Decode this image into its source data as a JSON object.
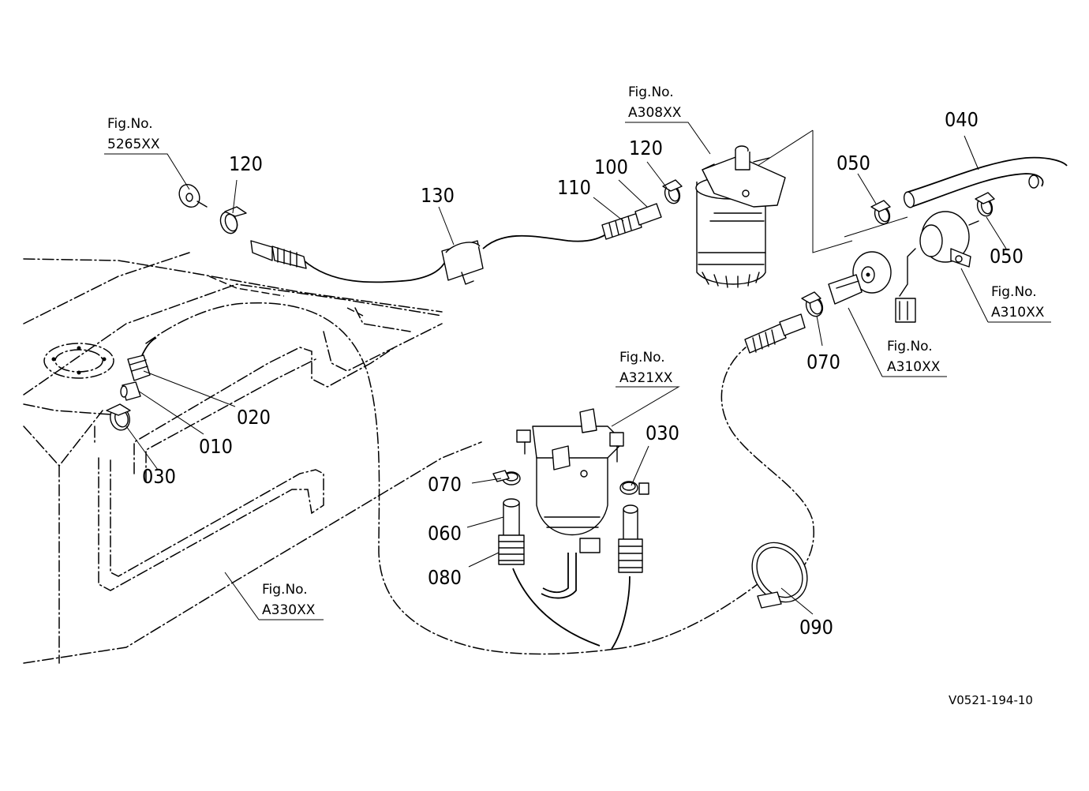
{
  "parts": [
    {
      "id": "p120a",
      "label": "120"
    },
    {
      "id": "p130",
      "label": "130"
    },
    {
      "id": "p110",
      "label": "110"
    },
    {
      "id": "p100",
      "label": "100"
    },
    {
      "id": "p120b",
      "label": "120"
    },
    {
      "id": "p040",
      "label": "040"
    },
    {
      "id": "p050a",
      "label": "050"
    },
    {
      "id": "p050b",
      "label": "050"
    },
    {
      "id": "p070a",
      "label": "070"
    },
    {
      "id": "p020",
      "label": "020"
    },
    {
      "id": "p010",
      "label": "010"
    },
    {
      "id": "p030a",
      "label": "030"
    },
    {
      "id": "p030b",
      "label": "030"
    },
    {
      "id": "p070b",
      "label": "070"
    },
    {
      "id": "p060",
      "label": "060"
    },
    {
      "id": "p080",
      "label": "080"
    },
    {
      "id": "p090",
      "label": "090"
    }
  ],
  "figure_refs": [
    {
      "id": "f5265",
      "caption": "Fig.No.",
      "code": "5265XX"
    },
    {
      "id": "fA308",
      "caption": "Fig.No.",
      "code": "A308XX"
    },
    {
      "id": "fA310a",
      "caption": "Fig.No.",
      "code": "A310XX"
    },
    {
      "id": "fA310b",
      "caption": "Fig.No.",
      "code": "A310XX"
    },
    {
      "id": "fA321",
      "caption": "Fig.No.",
      "code": "A321XX"
    },
    {
      "id": "fA330",
      "caption": "Fig.No.",
      "code": "A330XX"
    }
  ],
  "doc_code": "V0521-194-10"
}
